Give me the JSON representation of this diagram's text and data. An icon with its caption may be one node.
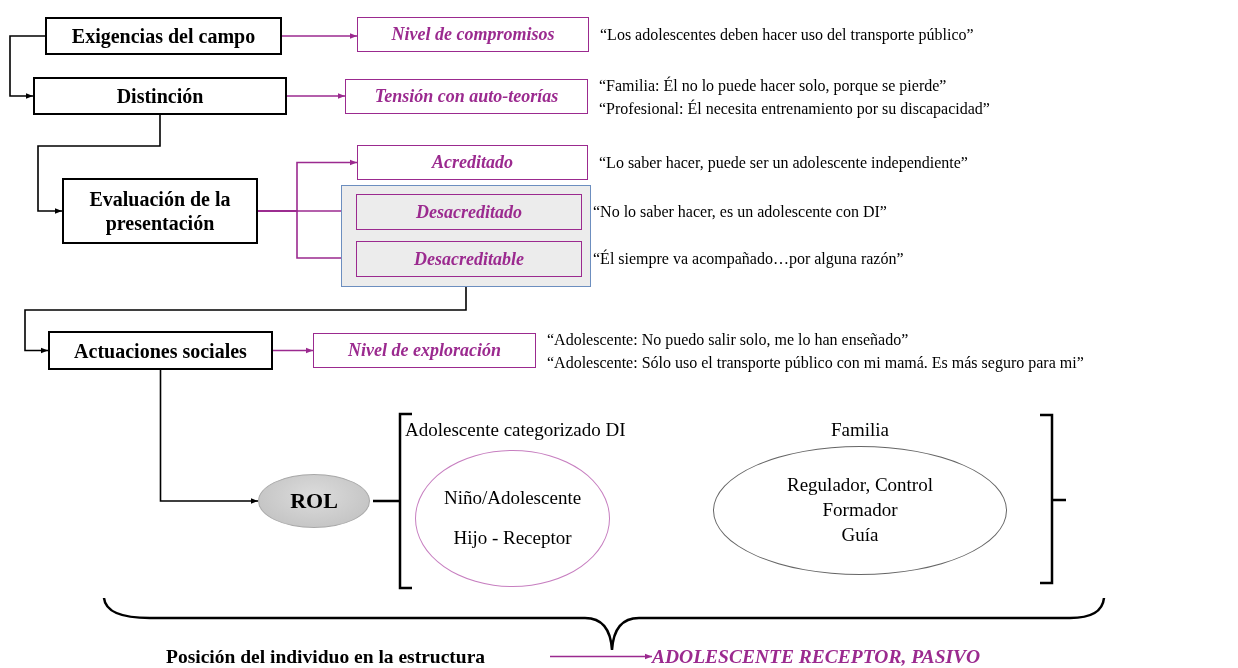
{
  "diagram": {
    "nodes": [
      {
        "text": [
          "Exigencias del campo"
        ]
      },
      {
        "text": [
          "Nivel de compromisos"
        ],
        "beside": [
          "“Los adolescentes deben hacer uso del transporte público”"
        ]
      },
      {
        "text": [
          "Distinción"
        ]
      },
      {
        "text": [
          "Tensión con auto-teorías"
        ],
        "beside": [
          "“Familia: Él no lo puede hacer solo, porque se pierde”",
          "“Profesional: Él necesita entrenamiento por su discapacidad”"
        ]
      },
      {
        "text": [
          "Evaluación de la presentación"
        ]
      },
      {
        "text": [
          "Acreditado"
        ],
        "beside": [
          "“Lo saber hacer, puede ser un adolescente independiente”"
        ]
      },
      {
        "text": [],
        "shape": "box"
      },
      {
        "text": [
          "Desacreditado"
        ],
        "in": 6,
        "beside": [
          "“No lo saber hacer, es un adolescente con DI”"
        ]
      },
      {
        "text": [
          "Desacreditable"
        ],
        "in": 6,
        "beside": [
          "“Él siempre va acompañado…por alguna razón”"
        ]
      },
      {
        "text": [
          "Actuaciones sociales"
        ]
      },
      {
        "text": [
          "Nivel de exploración"
        ],
        "beside": [
          "“Adolescente: No puedo salir solo, me lo han enseñado”",
          "“Adolescente: Sólo uso el transporte público con mi mamá. Es más seguro para mi”"
        ]
      },
      {
        "text": [
          "ROL"
        ]
      },
      {
        "text": [
          "Adolescente categorizado DI",
          "Niño/Adolescente",
          "Hijo - Receptor"
        ]
      },
      {
        "text": [
          "Familia",
          "Regulador, Control",
          "Formador",
          "Guía"
        ]
      },
      {
        "text": [
          "Posición del individuo en la estructura"
        ]
      },
      {
        "text": [
          "ADOLESCENTE RECEPTOR, PASIVO"
        ]
      }
    ],
    "edges": [
      {
        "from": 0,
        "to": 1,
        "arrow": "to"
      },
      {
        "from": 0,
        "to": 2,
        "arrow": "to",
        "color": "#000000"
      },
      {
        "from": 2,
        "to": 3,
        "arrow": "to"
      },
      {
        "from": 2,
        "to": 4,
        "arrow": "to",
        "color": "#000000"
      },
      {
        "from": 4,
        "to": 5,
        "arrow": "to"
      },
      {
        "from": 4,
        "to": 7,
        "arrow": "to"
      },
      {
        "from": 4,
        "to": 8,
        "arrow": "to"
      },
      {
        "from": 6,
        "to": 9,
        "arrow": "to",
        "color": "#000000"
      },
      {
        "from": 9,
        "to": 10,
        "arrow": "to"
      },
      {
        "from": 9,
        "to": 11,
        "arrow": "to",
        "color": "#000000"
      },
      {
        "from": 14,
        "to": 15,
        "arrow": "to"
      }
    ]
  }
}
